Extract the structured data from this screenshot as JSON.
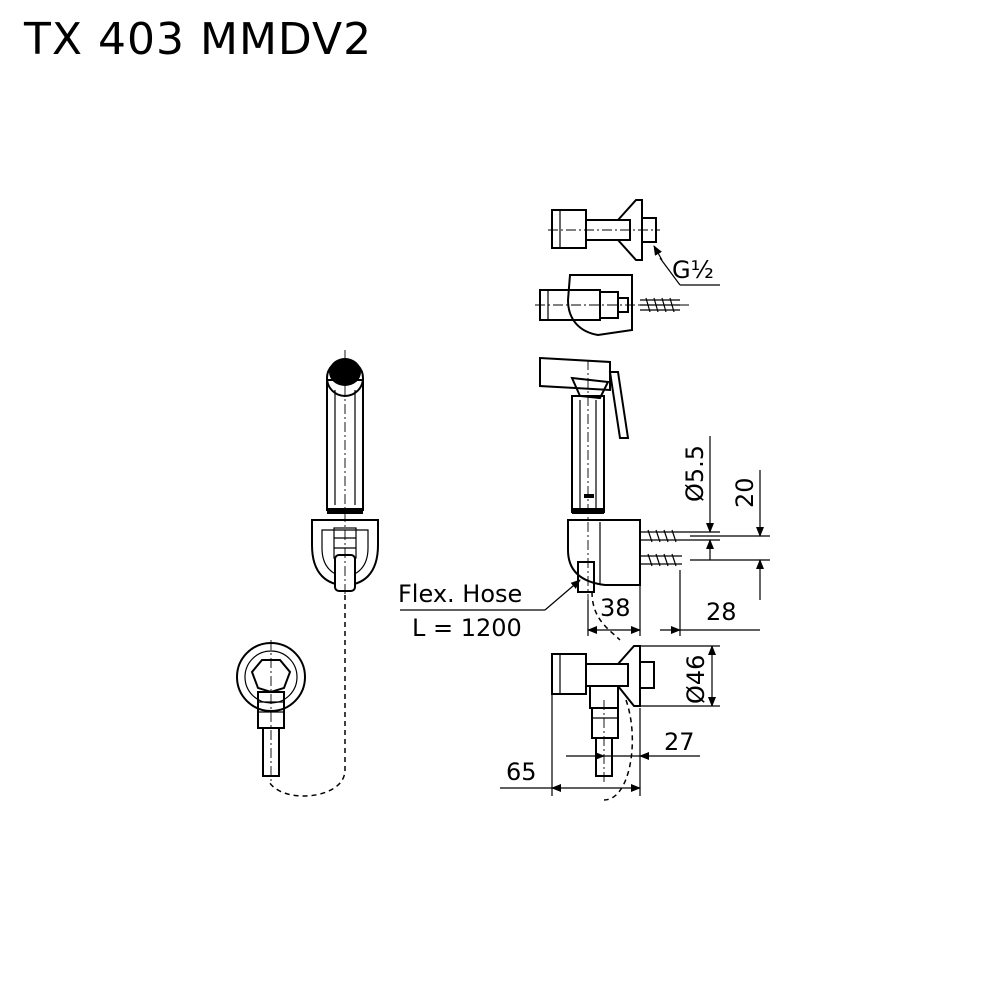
{
  "title": "TX 403 MMDV2",
  "labels": {
    "thread": "G½",
    "hose_line1": "Flex. Hose",
    "hose_line2": "L = 1200",
    "dim_hole": "Ø5.5",
    "dim_20": "20",
    "dim_38": "38",
    "dim_28": "28",
    "dim_46": "Ø46",
    "dim_27": "27",
    "dim_65": "65"
  }
}
